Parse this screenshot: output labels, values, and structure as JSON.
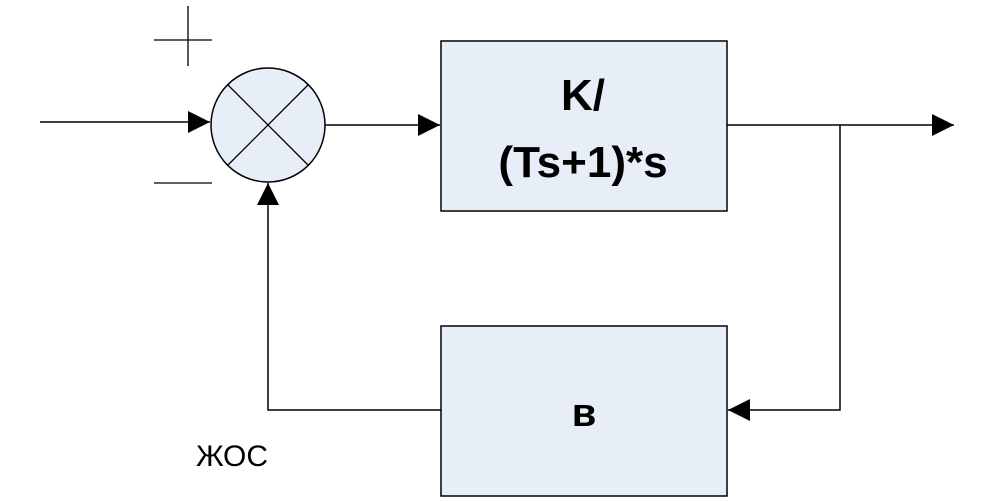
{
  "diagram": {
    "forward_block": {
      "line1": "K/",
      "line2": "(Ts+1)*s"
    },
    "feedback_block": {
      "label": "в"
    },
    "feedback_label": "ЖОС",
    "summing_junction": {
      "top_sign": "+",
      "bottom_sign": "−"
    },
    "colors": {
      "block_fill": "#e8eef7",
      "line": "#000000"
    }
  }
}
